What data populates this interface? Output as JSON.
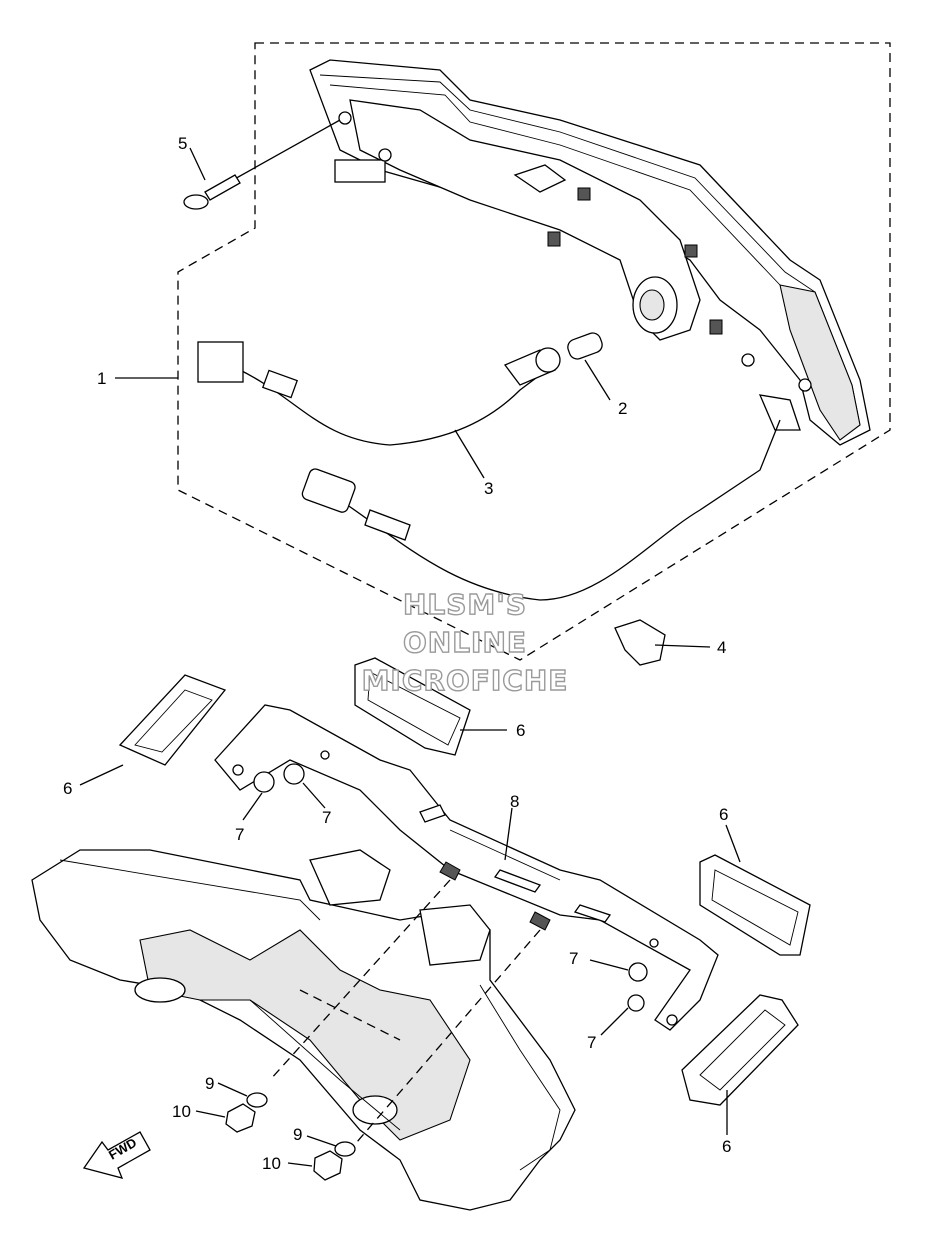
{
  "callouts": [
    "1",
    "2",
    "3",
    "4",
    "5",
    "6",
    "7",
    "8",
    "9",
    "10"
  ],
  "watermark": [
    "HLSM'S",
    "ONLINE",
    "MICROFICHE"
  ],
  "direction_arrow": "FWD"
}
